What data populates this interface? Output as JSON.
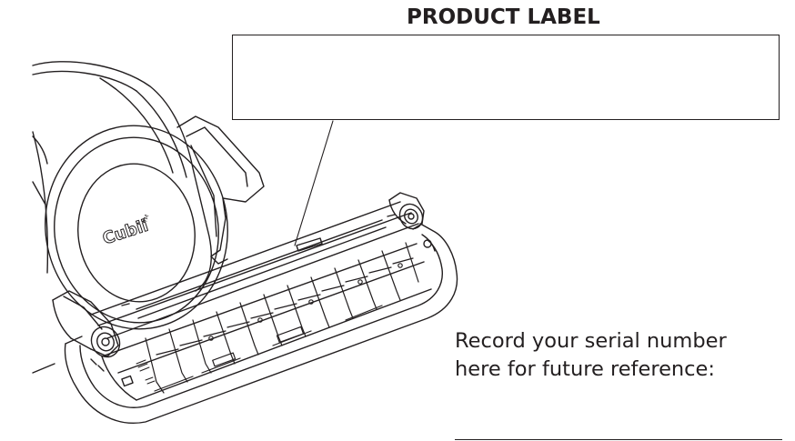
{
  "product_label": {
    "title": "PRODUCT LABEL"
  },
  "serial_prompt": {
    "line1": "Record your serial number",
    "line2": "here for future reference:"
  },
  "device": {
    "brand_logo_text": "Cubii",
    "logo_trademark": "TM"
  },
  "colors": {
    "ink": "#231f20",
    "background": "#ffffff"
  }
}
